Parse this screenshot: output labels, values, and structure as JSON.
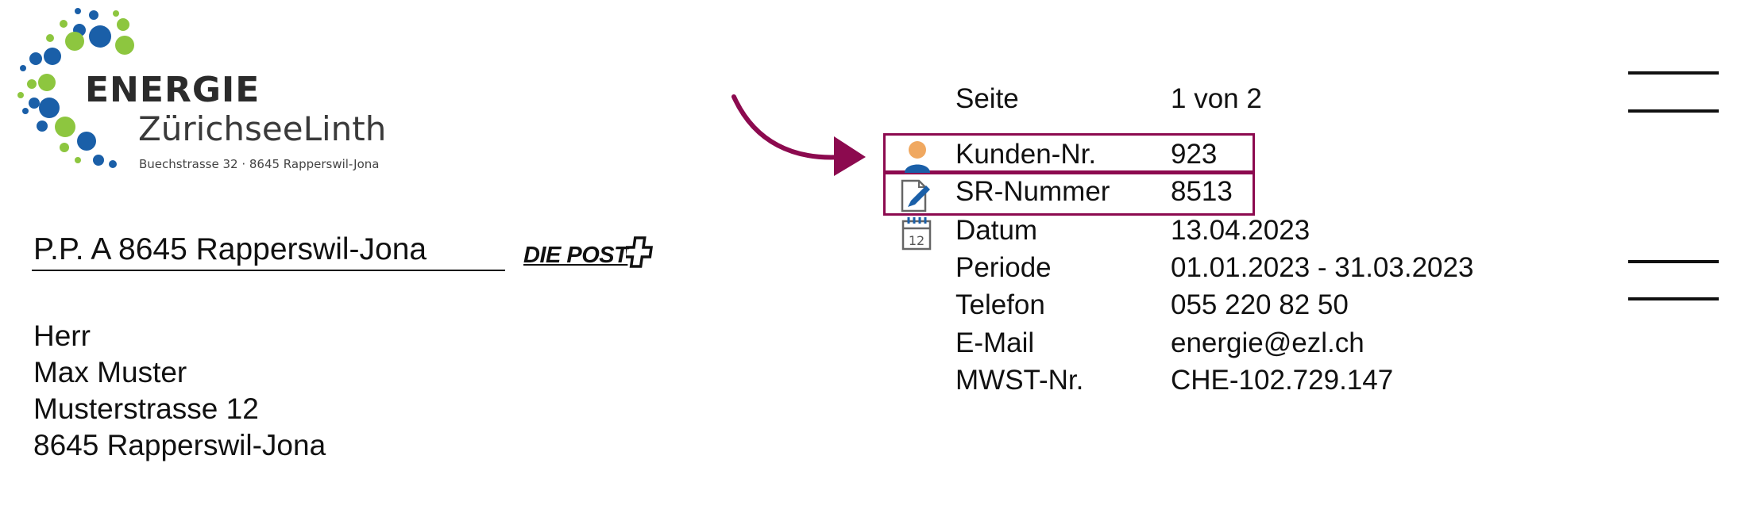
{
  "logo": {
    "title": "ENERGIE",
    "subtitle": "ZürichseeLinth",
    "address": "Buechstrasse 32 · 8645 Rapperswil-Jona",
    "colors": {
      "blue": "#1a5fa8",
      "green": "#8dc63f"
    }
  },
  "postal": {
    "line": "P.P. A  8645 Rapperswil-Jona",
    "carrier": "DIE POST"
  },
  "recipient": {
    "lines": [
      "Herr",
      "Max Muster",
      "Musterstrasse 12",
      "8645 Rapperswil-Jona"
    ]
  },
  "info": {
    "rows": [
      {
        "label": "Seite",
        "value": "1 von 2"
      },
      {
        "label": "Kunden-Nr.",
        "value": "923",
        "icon": "person-icon",
        "highlight": true
      },
      {
        "label": "SR-Nummer",
        "value": "8513",
        "icon": "document-pen-icon",
        "highlight": true
      },
      {
        "label": "Datum",
        "value": "13.04.2023",
        "icon": "calendar-icon"
      },
      {
        "label": "Periode",
        "value": "01.01.2023 - 31.03.2023"
      },
      {
        "label": "Telefon",
        "value": "055 220 82 50"
      },
      {
        "label": "E-Mail",
        "value": "energie@ezl.ch"
      },
      {
        "label": "MWST-Nr.",
        "value": "CHE-102.729.147"
      }
    ],
    "calendar_day": "12",
    "highlight_color": "#8c0a4f"
  }
}
